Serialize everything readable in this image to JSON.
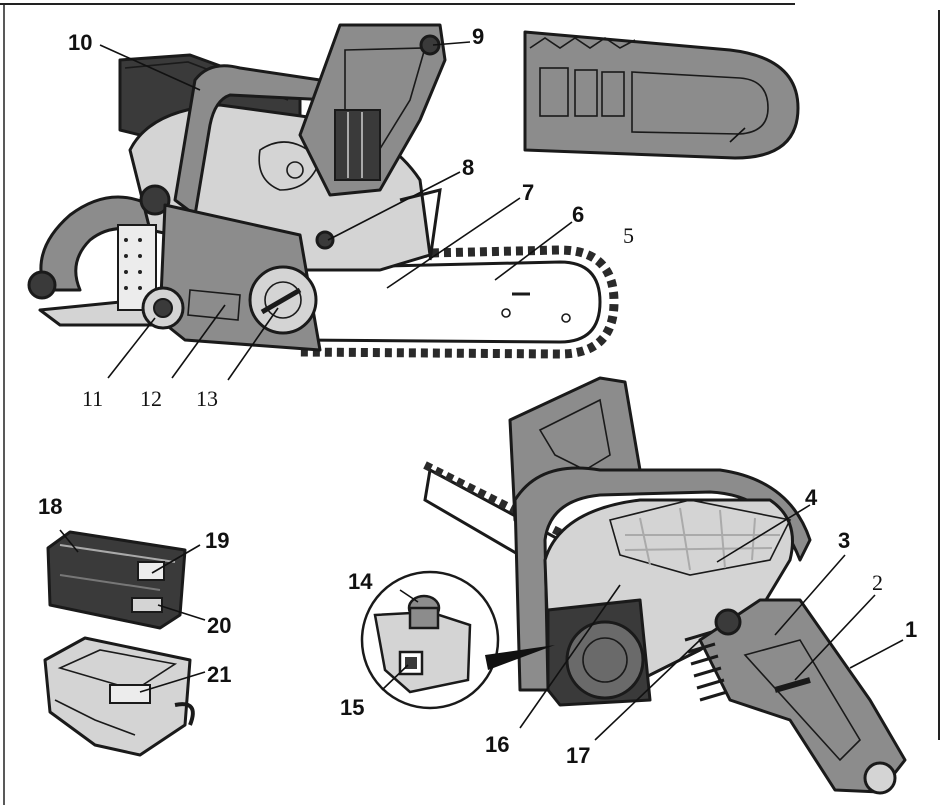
{
  "colors": {
    "dark": "#3a3a3a",
    "mid": "#8c8c8c",
    "light": "#d4d4d4",
    "pale": "#ececec",
    "ink": "#1a1a1a"
  },
  "labels": {
    "l1": "1",
    "l2": "2",
    "l3": "3",
    "l4": "4",
    "l5": "5",
    "l6": "6",
    "l7": "7",
    "l8": "8",
    "l9": "9",
    "l10": "10",
    "l11": "11",
    "l12": "12",
    "l13": "13",
    "l14": "14",
    "l15": "15",
    "l16": "16",
    "l17": "17",
    "l18": "18",
    "l19": "19",
    "l20": "20",
    "l21": "21"
  }
}
